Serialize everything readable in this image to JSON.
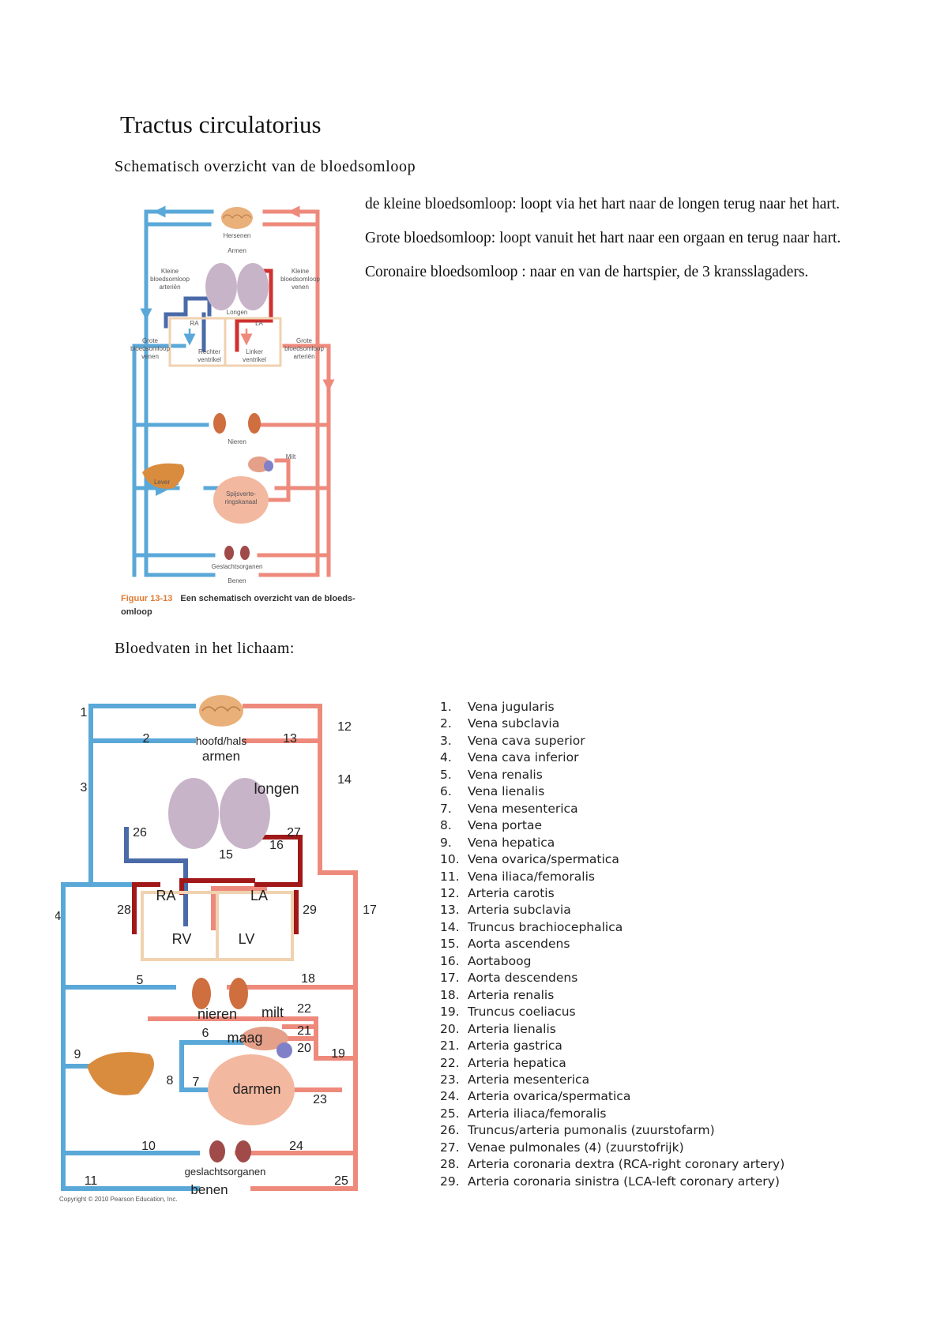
{
  "title": "Tractus circulatorius",
  "subtitle": "Schematisch overzicht van de bloedsomloop",
  "paragraphs": [
    "de kleine bloedsomloop: loopt via het hart naar de longen terug naar het hart.",
    "Grote bloedsomloop: loopt vanuit het hart naar een orgaan en terug naar hart.",
    "Coronaire bloedsomloop : naar en van de hartspier, de 3 kransslagaders."
  ],
  "figure1": {
    "labels": {
      "hersenen": "Hersenen",
      "armen": "Armen",
      "kleine_arterien_1": "Kleine",
      "kleine_arterien_2": "bloedsomloop",
      "kleine_arterien_3": "arteriën",
      "kleine_venen_1": "Kleine",
      "kleine_venen_2": "bloedsomloop",
      "kleine_venen_3": "venen",
      "longen": "Longen",
      "ra": "RA",
      "la": "LA",
      "rechter_1": "Rechter",
      "rechter_2": "ventrikel",
      "linker_1": "Linker",
      "linker_2": "ventrikel",
      "grote_venen_1": "Grote",
      "grote_venen_2": "bloedsomloop",
      "grote_venen_3": "venen",
      "grote_arterien_1": "Grote",
      "grote_arterien_2": "bloedsomloop",
      "grote_arterien_3": "arteriën",
      "nieren": "Nieren",
      "milt": "Milt",
      "lever": "Lever",
      "spijs_1": "Spijsverte-",
      "spijs_2": "ringskanaal",
      "geslachtsorganen": "Geslachtsorganen",
      "benen": "Benen"
    },
    "caption_num": "Figuur 13-13",
    "caption_text": "Een schematisch overzicht van de bloeds-",
    "caption_text2": "omloop"
  },
  "heading2": "Bloedvaten in het lichaam:",
  "figure2": {
    "labels": {
      "hoofd": "hoofd/hals",
      "armen": "armen",
      "longen": "longen",
      "ra": "RA",
      "la": "LA",
      "rv": "RV",
      "lv": "LV",
      "nieren": "nieren",
      "milt": "milt",
      "maag": "maag",
      "darmen": "darmen",
      "geslachtsorganen": "geslachtsorganen",
      "benen": "benen"
    },
    "numbers": [
      "1",
      "2",
      "3",
      "4",
      "5",
      "6",
      "7",
      "8",
      "9",
      "10",
      "11",
      "12",
      "13",
      "14",
      "15",
      "16",
      "17",
      "18",
      "19",
      "20",
      "21",
      "22",
      "23",
      "24",
      "25",
      "26",
      "27",
      "28",
      "29"
    ],
    "copyright": "Copyright © 2010 Pearson Education, Inc."
  },
  "legend": [
    {
      "num": "1.",
      "text": "Vena jugularis"
    },
    {
      "num": "2.",
      "text": "Vena subclavia"
    },
    {
      "num": "3.",
      "text": "Vena cava superior"
    },
    {
      "num": "4.",
      "text": "Vena cava inferior"
    },
    {
      "num": "5.",
      "text": "Vena renalis"
    },
    {
      "num": "6.",
      "text": "Vena lienalis"
    },
    {
      "num": "7.",
      "text": "Vena mesenterica"
    },
    {
      "num": "8.",
      "text": "Vena portae"
    },
    {
      "num": "9.",
      "text": "Vena hepatica"
    },
    {
      "num": "10.",
      "text": "Vena ovarica/spermatica"
    },
    {
      "num": "11.",
      "text": "Vena iliaca/femoralis"
    },
    {
      "num": "12.",
      "text": "Arteria carotis"
    },
    {
      "num": "13.",
      "text": "Arteria subclavia"
    },
    {
      "num": "14.",
      "text": "Truncus brachiocephalica"
    },
    {
      "num": "15.",
      "text": "Aorta ascendens"
    },
    {
      "num": "16.",
      "text": "Aortaboog"
    },
    {
      "num": "17.",
      "text": "Aorta descendens"
    },
    {
      "num": "18.",
      "text": "Arteria renalis"
    },
    {
      "num": "19.",
      "text": "Truncus coeliacus"
    },
    {
      "num": "20.",
      "text": "Arteria lienalis"
    },
    {
      "num": "21.",
      "text": "Arteria gastrica"
    },
    {
      "num": "22.",
      "text": "Arteria hepatica"
    },
    {
      "num": "23.",
      "text": "Arteria mesenterica"
    },
    {
      "num": "24.",
      "text": "Arteria ovarica/spermatica"
    },
    {
      "num": "25.",
      "text": "Arteria iliaca/femoralis"
    },
    {
      "num": "26.",
      "text": "Truncus/arteria pumonalis (zuurstofarm)"
    },
    {
      "num": "27.",
      "text": "Venae pulmonales (4) (zuurstofrijk)"
    },
    {
      "num": "28.",
      "text": "Arteria coronaria dextra (RCA-right coronary artery)"
    },
    {
      "num": "29.",
      "text": "Arteria coronaria sinistra (LCA-left coronary artery)"
    }
  ],
  "colors": {
    "vein": "#5aa8d8",
    "artery": "#ee8a7c",
    "dark_artery": "#a01818",
    "dark_vein": "#4a6aa8",
    "heart_box": "#f0d2b0"
  }
}
